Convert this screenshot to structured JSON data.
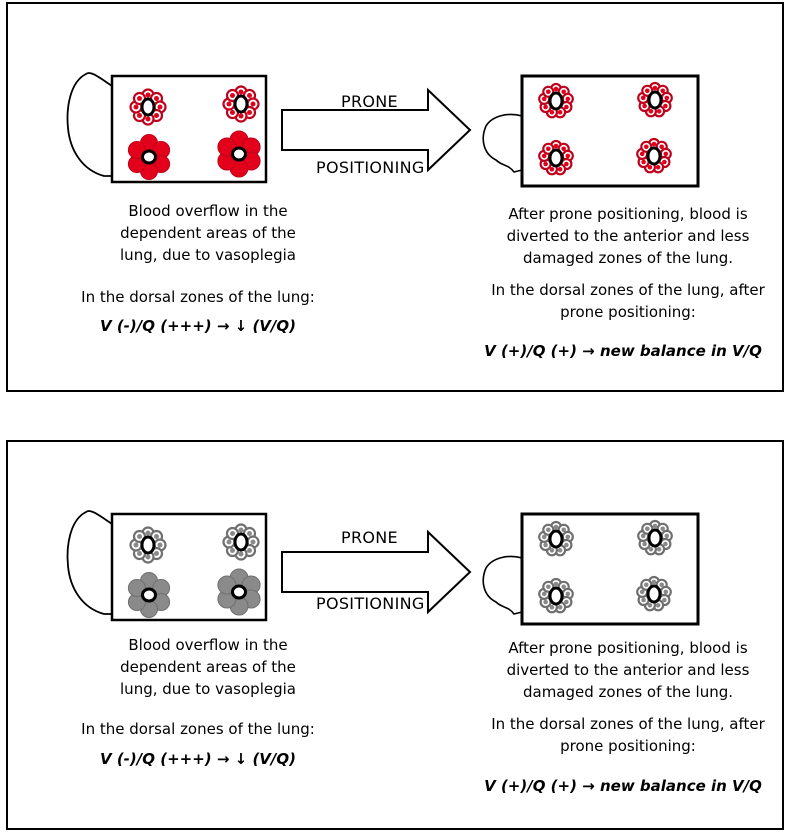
{
  "panels": [
    {
      "theme": "color",
      "colors": {
        "alveolus_fill": "#e3001b",
        "alveolus_stroke": "#c0001a",
        "capillary_ring": "#000000"
      },
      "arrow": {
        "top_label": "PRONE",
        "bottom_label": "POSITIONING"
      },
      "left": {
        "caption": [
          "Blood overflow in the",
          "dependent areas of the",
          "lung, due to vasoplegia"
        ],
        "zone_note": "In the dorsal zones of the lung:",
        "formula": "V (-)/Q (+++) → ↓ (V/Q)"
      },
      "right": {
        "caption": [
          "After prone positioning, blood is",
          "diverted to the anterior and less",
          "damaged zones of the lung."
        ],
        "zone_note": [
          "In the dorsal zones of the lung, after",
          "prone positioning:"
        ],
        "formula": "V (+)/Q (+) → new balance in V/Q"
      }
    },
    {
      "theme": "grayscale",
      "colors": {
        "alveolus_fill": "#8a8a8a",
        "alveolus_stroke": "#6f6f6f",
        "capillary_ring": "#000000"
      },
      "arrow": {
        "top_label": "PRONE",
        "bottom_label": "POSITIONING"
      },
      "left": {
        "caption": [
          "Blood overflow in the",
          "dependent areas of the",
          "lung, due to vasoplegia"
        ],
        "zone_note": "In the dorsal zones of the lung:",
        "formula": "V (-)/Q (+++) → ↓ (V/Q)"
      },
      "right": {
        "caption": [
          "After prone positioning, blood is",
          "diverted to the anterior and less",
          "damaged zones of the lung."
        ],
        "zone_note": [
          "In the dorsal zones of the lung, after",
          "prone positioning:"
        ],
        "formula": "V (+)/Q (+) → new balance in V/Q"
      }
    }
  ]
}
